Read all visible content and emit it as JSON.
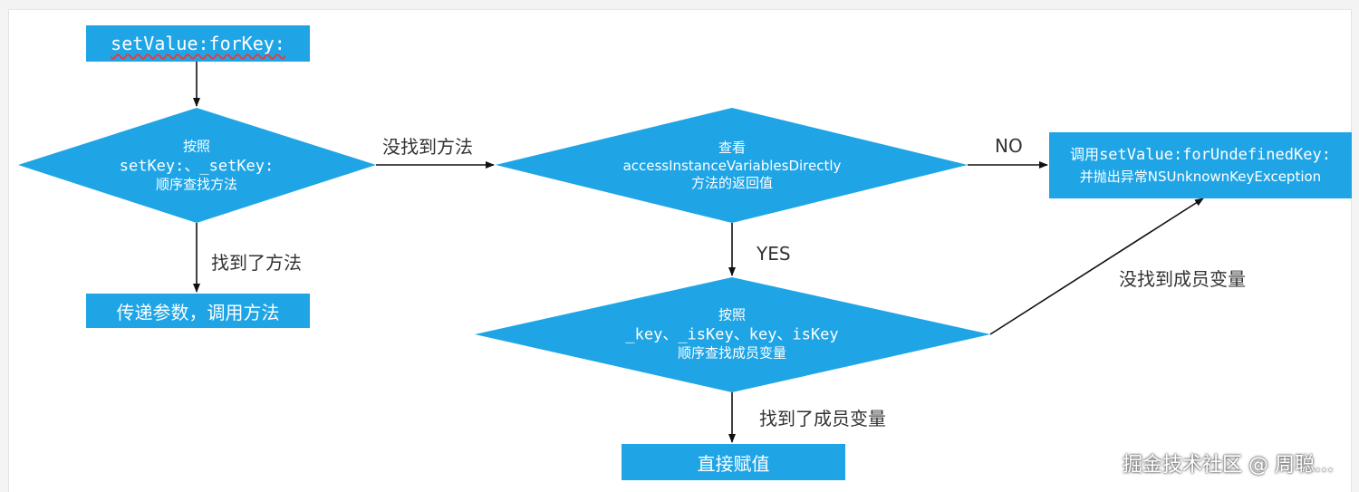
{
  "nodes": {
    "start": {
      "text": "setValue:forKey:"
    },
    "check_methods": {
      "line1": "按照",
      "line2": "setKey:、_setKey:",
      "line3": "顺序查找方法"
    },
    "call_method": {
      "text": "传递参数，调用方法"
    },
    "check_access": {
      "line1": "查看",
      "line2": "accessInstanceVariablesDirectly",
      "line3": "方法的返回值"
    },
    "undefined_key": {
      "line1_prefix": "调用",
      "line1_code": "setValue:forUndefinedKey:",
      "line2": "并抛出异常NSUnknownKeyException"
    },
    "check_vars": {
      "line1": "按照",
      "line2": "_key、_isKey、key、isKey",
      "line3": "顺序查找成员变量"
    },
    "assign": {
      "text": "直接赋值"
    }
  },
  "edges": {
    "method_not_found": "没找到方法",
    "method_found": "找到了方法",
    "no": "NO",
    "yes": "YES",
    "var_not_found": "没找到成员变量",
    "var_found": "找到了成员变量"
  },
  "watermark": "掘金技术社区 @ 周聪...",
  "colors": {
    "shape_fill": "#1fa5e6",
    "arrow": "#111111",
    "label": "#333333"
  }
}
